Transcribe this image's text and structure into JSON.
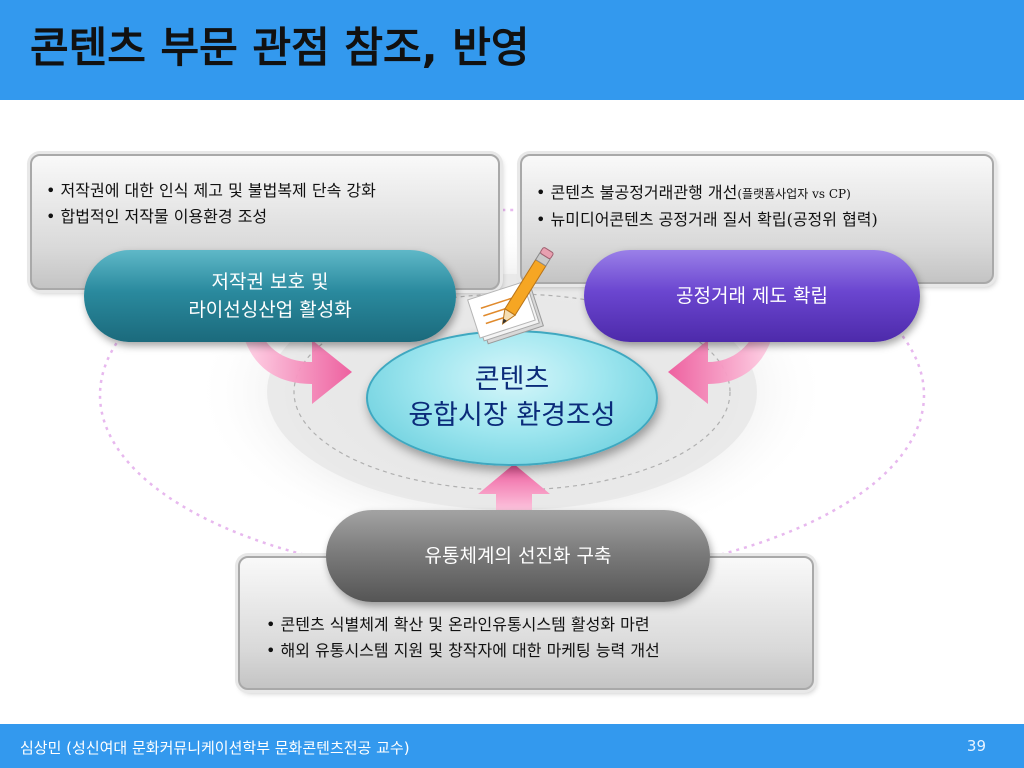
{
  "title": "콘텐츠 부문 관점 참조, 반영",
  "center": {
    "line1": "콘텐츠",
    "line2": "융합시장 환경조성"
  },
  "left": {
    "pill_line1": "저작권 보호 및",
    "pill_line2": "라이선싱산업 활성화",
    "bullets": [
      "저작권에 대한 인식 제고 및 불법복제 단속 강화",
      "합법적인 저작물 이용환경 조성"
    ]
  },
  "right": {
    "pill": "공정거래 제도 확립",
    "bullet1_main": "콘텐츠 불공정거래관행 개선",
    "bullet1_small": "(플랫폼사업자 vs CP)",
    "bullet2": "뉴미디어콘텐츠 공정거래 질서 확립(공정위 협력)"
  },
  "bottom": {
    "pill": "유통체계의 선진화 구축",
    "bullets": [
      "콘텐츠 식별체계 확산 및 온라인유통시스템 활성화 마련",
      "해외 유통시스템 지원 및 창작자에 대한 마케팅 능력 개선"
    ]
  },
  "footer": {
    "text": "심상민 (성신여대 문화커뮤니케이션학부 문화콘텐츠전공 교수)",
    "page": "39"
  },
  "icons": [
    "pencil-paper-icon",
    "arrow-right-icon",
    "arrow-left-icon",
    "arrow-up-icon"
  ],
  "colors": {
    "title_bar": "#3399ee",
    "teal_pill": "#2a8a9e",
    "purple_pill": "#6b46d0",
    "gray_pill": "#7c7c7c",
    "center_fill": "#9ee6ef",
    "center_text": "#0b2b7a",
    "arrow": "#f06aa8"
  }
}
